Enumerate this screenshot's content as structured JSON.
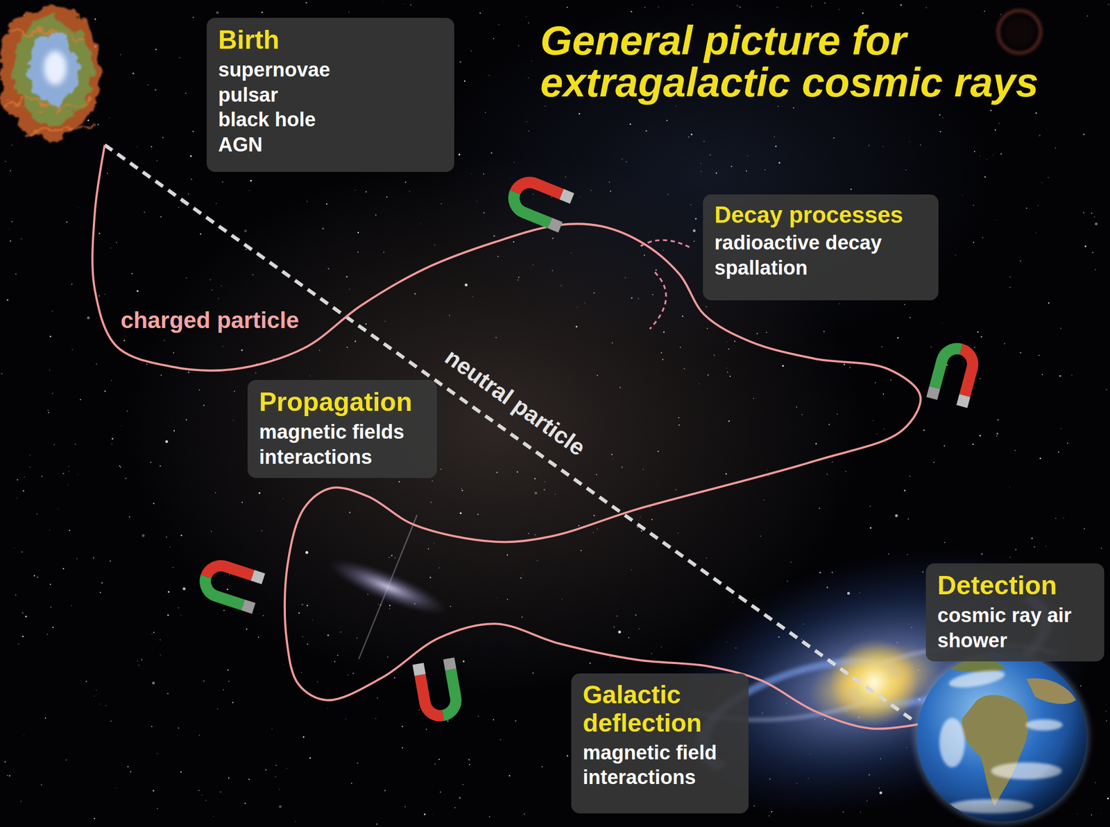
{
  "diagram": {
    "title": "General picture for extragalactic cosmic rays",
    "nodes": [
      {
        "text": [
          "Birth",
          "supernovae pulsar black hole AGN"
        ]
      },
      {
        "text": [
          "Decay processes",
          "radioactive decay spallation"
        ]
      },
      {
        "text": [
          "Propagation",
          "magnetic fields interactions"
        ]
      },
      {
        "text": [
          "Detection",
          "cosmic ray air shower"
        ]
      },
      {
        "text": [
          "Galactic deflection",
          "magnetic field interactions"
        ]
      }
    ],
    "labels": [
      "charged particle",
      "neutral particle"
    ]
  }
}
